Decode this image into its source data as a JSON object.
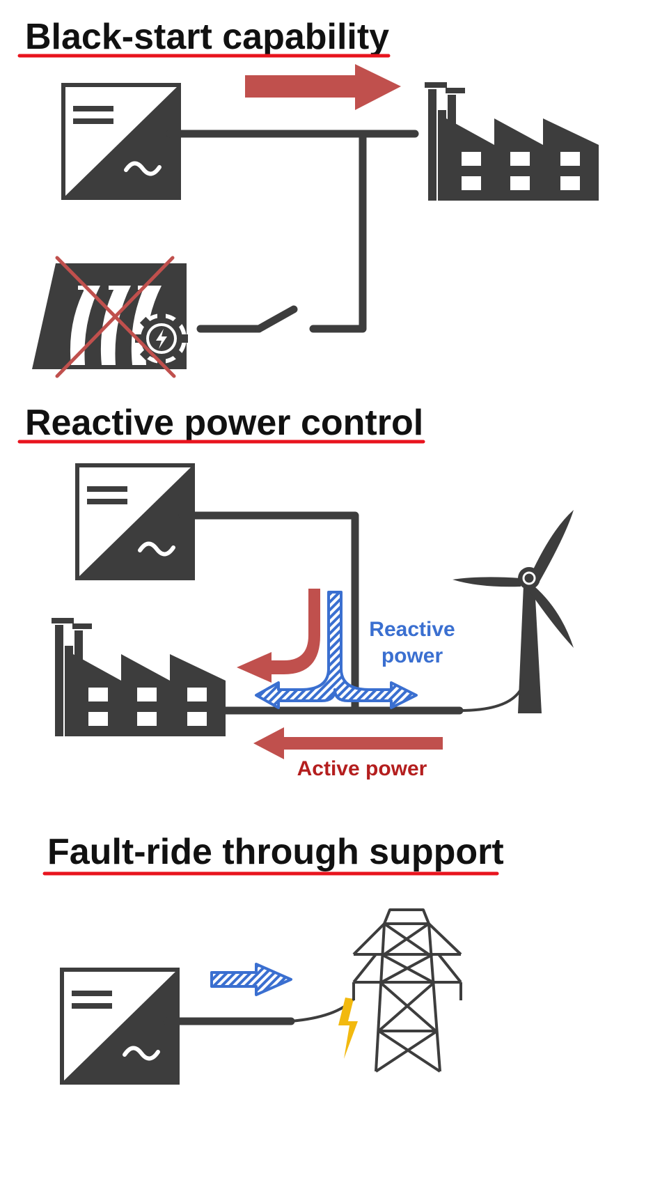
{
  "sections": [
    {
      "id": "black-start",
      "title": "Black-start capability"
    },
    {
      "id": "reactive",
      "title": "Reactive power control"
    },
    {
      "id": "fault-ride",
      "title": "Fault-ride through support"
    }
  ],
  "labels": {
    "reactive_line1": "Reactive",
    "reactive_line2": "power",
    "active": "Active power"
  },
  "icons": {
    "inverter": "inverter-dc-ac-icon",
    "factory": "factory-icon",
    "power_plant": "power-plant-icon",
    "wind_turbine": "wind-turbine-icon",
    "transmission_tower": "transmission-tower-icon",
    "lightning": "lightning-bolt-icon",
    "breaker": "open-switch-icon",
    "cross": "disabled-cross-icon"
  },
  "colors": {
    "icon_gray": "#3d3d3d",
    "underline_red": "#e8141e",
    "active_arrow": "#c0504d",
    "reactive_blue": "#3a6fd0",
    "lightning_yellow": "#f2b90f"
  }
}
